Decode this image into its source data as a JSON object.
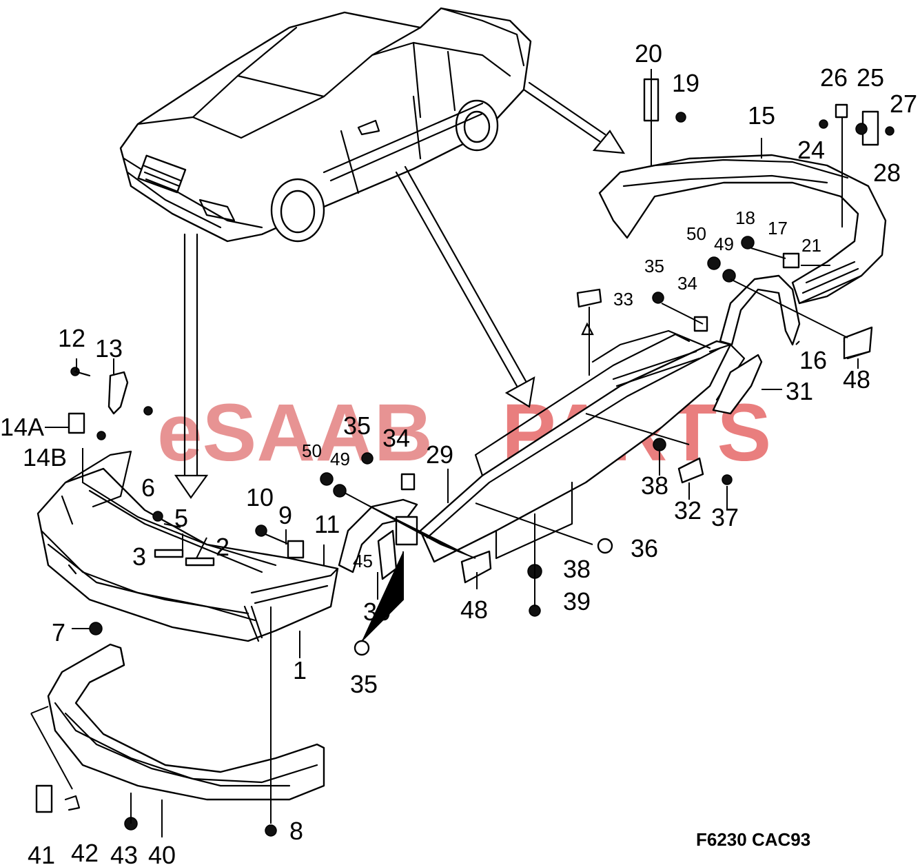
{
  "watermark": {
    "brand_a": "eSAAB",
    "brand_b": "PARTS",
    "color_a": "#e07070",
    "color_b": "#e25454"
  },
  "figure_code": "F6230 CAC93",
  "callouts": [
    {
      "id": "c1",
      "label": "1"
    },
    {
      "id": "c2",
      "label": "2"
    },
    {
      "id": "c3",
      "label": "3"
    },
    {
      "id": "c5",
      "label": "5"
    },
    {
      "id": "c6",
      "label": "6"
    },
    {
      "id": "c7",
      "label": "7"
    },
    {
      "id": "c8",
      "label": "8"
    },
    {
      "id": "c9",
      "label": "9"
    },
    {
      "id": "c10",
      "label": "10"
    },
    {
      "id": "c11",
      "label": "11"
    },
    {
      "id": "c12",
      "label": "12"
    },
    {
      "id": "c13",
      "label": "13"
    },
    {
      "id": "c14a",
      "label": "14A"
    },
    {
      "id": "c14b",
      "label": "14B"
    },
    {
      "id": "c15",
      "label": "15"
    },
    {
      "id": "c16",
      "label": "16"
    },
    {
      "id": "c17",
      "label": "17"
    },
    {
      "id": "c18",
      "label": "18"
    },
    {
      "id": "c19",
      "label": "19"
    },
    {
      "id": "c20",
      "label": "20"
    },
    {
      "id": "c21",
      "label": "21"
    },
    {
      "id": "c24",
      "label": "24"
    },
    {
      "id": "c25",
      "label": "25"
    },
    {
      "id": "c26",
      "label": "26"
    },
    {
      "id": "c27",
      "label": "27"
    },
    {
      "id": "c28",
      "label": "28"
    },
    {
      "id": "c29",
      "label": "29"
    },
    {
      "id": "c30",
      "label": "30"
    },
    {
      "id": "c31",
      "label": "31"
    },
    {
      "id": "c32",
      "label": "32"
    },
    {
      "id": "c33",
      "label": "33"
    },
    {
      "id": "c34a",
      "label": "34"
    },
    {
      "id": "c34b",
      "label": "34"
    },
    {
      "id": "c35a",
      "label": "35"
    },
    {
      "id": "c35b",
      "label": "35"
    },
    {
      "id": "c35c",
      "label": "35"
    },
    {
      "id": "c36",
      "label": "36"
    },
    {
      "id": "c37",
      "label": "37"
    },
    {
      "id": "c38a",
      "label": "38"
    },
    {
      "id": "c38b",
      "label": "38"
    },
    {
      "id": "c39",
      "label": "39"
    },
    {
      "id": "c40",
      "label": "40"
    },
    {
      "id": "c41",
      "label": "41"
    },
    {
      "id": "c42",
      "label": "42"
    },
    {
      "id": "c43",
      "label": "43"
    },
    {
      "id": "c45",
      "label": "45"
    },
    {
      "id": "c48a",
      "label": "48"
    },
    {
      "id": "c48b",
      "label": "48"
    },
    {
      "id": "c49a",
      "label": "49"
    },
    {
      "id": "c49b",
      "label": "49"
    },
    {
      "id": "c50a",
      "label": "50"
    },
    {
      "id": "c50b",
      "label": "50"
    }
  ]
}
